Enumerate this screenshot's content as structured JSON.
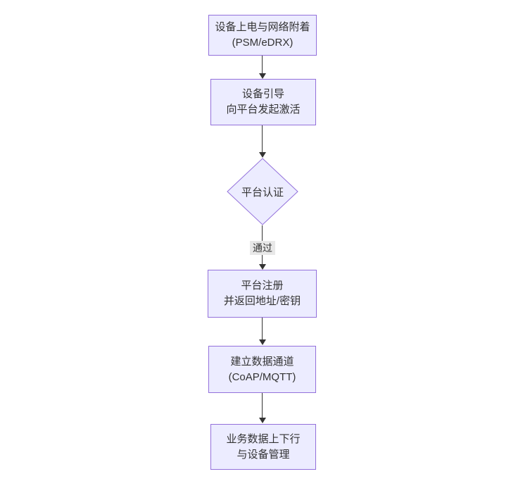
{
  "diagram": {
    "type": "flowchart",
    "direction": "top-down",
    "colors": {
      "background": "#ffffff",
      "node_fill": "#ECECFF",
      "node_border": "#9370DB",
      "edge_color": "#333333",
      "edge_label_bg": "#e8e8e8",
      "text_color": "#333333"
    },
    "nodes": [
      {
        "id": "power",
        "shape": "rect",
        "lines": [
          "设备上电与网络附着",
          "(PSM/eDRX)"
        ]
      },
      {
        "id": "boot",
        "shape": "rect",
        "lines": [
          "设备引导",
          "向平台发起激活"
        ]
      },
      {
        "id": "auth",
        "shape": "diamond",
        "lines": [
          "平台认证"
        ]
      },
      {
        "id": "register",
        "shape": "rect",
        "lines": [
          "平台注册",
          "并返回地址/密钥"
        ]
      },
      {
        "id": "channel",
        "shape": "rect",
        "lines": [
          "建立数据通道",
          "(CoAP/MQTT)"
        ]
      },
      {
        "id": "business",
        "shape": "rect",
        "lines": [
          "业务数据上下行",
          "与设备管理"
        ]
      }
    ],
    "edges": [
      {
        "from": "power",
        "to": "boot",
        "label": ""
      },
      {
        "from": "boot",
        "to": "auth",
        "label": ""
      },
      {
        "from": "auth",
        "to": "register",
        "label": "通过"
      },
      {
        "from": "register",
        "to": "channel",
        "label": ""
      },
      {
        "from": "channel",
        "to": "business",
        "label": ""
      }
    ]
  }
}
